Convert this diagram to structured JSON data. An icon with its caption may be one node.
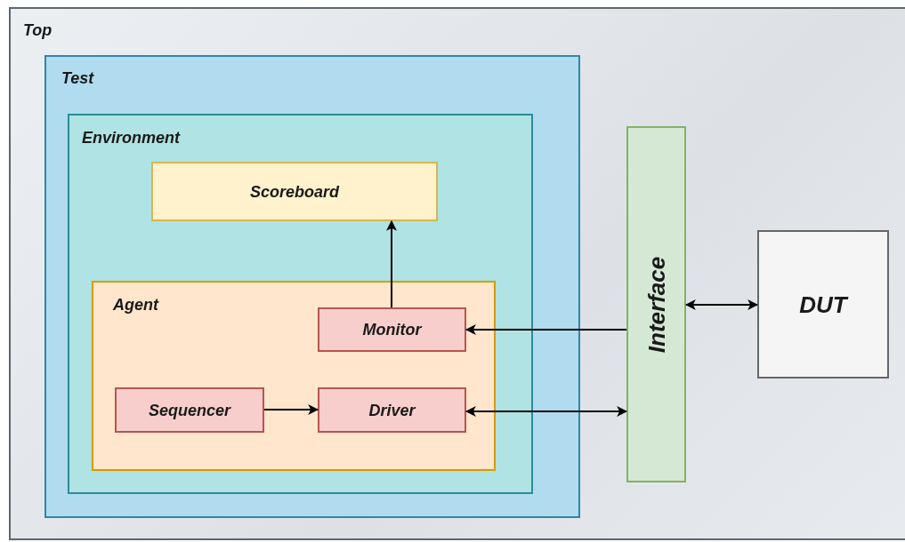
{
  "diagram": {
    "nodes": [
      {
        "text": [
          "Top"
        ]
      },
      {
        "text": [
          "Test"
        ],
        "in": 0
      },
      {
        "text": [
          "Environment"
        ],
        "in": 1
      },
      {
        "text": [
          "Scoreboard"
        ],
        "in": 2
      },
      {
        "text": [
          "Agent"
        ],
        "in": 2
      },
      {
        "text": [
          "Monitor"
        ],
        "in": 4
      },
      {
        "text": [
          "Sequencer"
        ],
        "in": 4
      },
      {
        "text": [
          "Driver"
        ],
        "in": 4
      },
      {
        "text": [
          "Interface"
        ],
        "in": 0
      },
      {
        "text": [
          "DUT"
        ],
        "in": 0
      }
    ],
    "edges": [
      {
        "from": 5,
        "to": 3,
        "arrow": "to"
      },
      {
        "from": 6,
        "to": 7,
        "arrow": "to"
      },
      {
        "from": 8,
        "to": 5,
        "arrow": "to"
      },
      {
        "from": 7,
        "to": 8,
        "arrow": "both"
      },
      {
        "from": 8,
        "to": 9,
        "arrow": "both"
      }
    ]
  }
}
